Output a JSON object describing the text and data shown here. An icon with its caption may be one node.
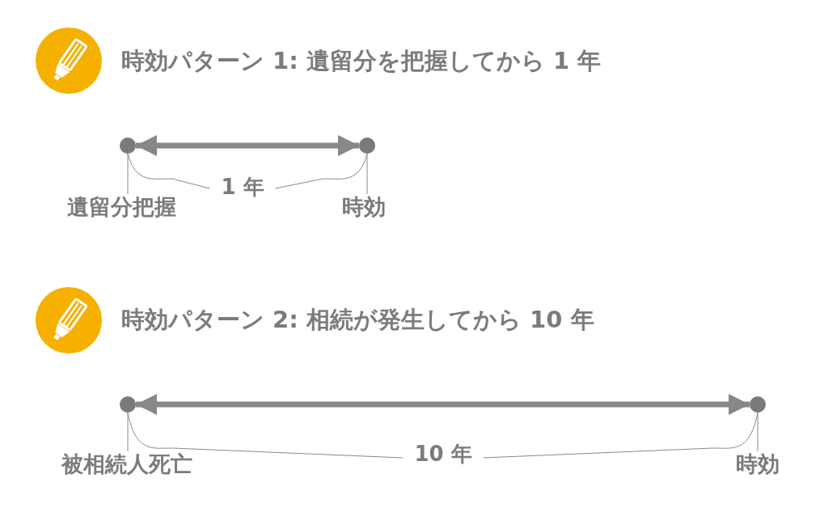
{
  "diagram": {
    "nodes": [
      {
        "text": [],
        "shape": "circle"
      },
      {
        "text": [],
        "shape": "circle"
      },
      {
        "text": [
          "遺留分把握"
        ]
      },
      {
        "text": [
          "時効"
        ]
      },
      {
        "text": [],
        "shape": "circle"
      },
      {
        "text": [],
        "shape": "circle"
      },
      {
        "text": [
          "被相続人死亡"
        ]
      },
      {
        "text": [
          "時効"
        ]
      }
    ],
    "edges": [
      {
        "from": 0,
        "to": 1,
        "arrow": "both",
        "style": "thick"
      },
      {
        "from": 2,
        "to": 0,
        "arrow": "none"
      },
      {
        "from": 3,
        "to": 1,
        "arrow": "none"
      },
      {
        "from": 4,
        "to": 5,
        "arrow": "both",
        "style": "thick"
      },
      {
        "from": 6,
        "to": 4,
        "arrow": "none"
      },
      {
        "from": 7,
        "to": 5,
        "arrow": "none"
      }
    ],
    "labels": [
      "時効パターン 1: 遺留分を把握してから 1 年",
      "1 年",
      "時効パターン 2: 相続が発生してから 10 年",
      "10 年"
    ]
  }
}
